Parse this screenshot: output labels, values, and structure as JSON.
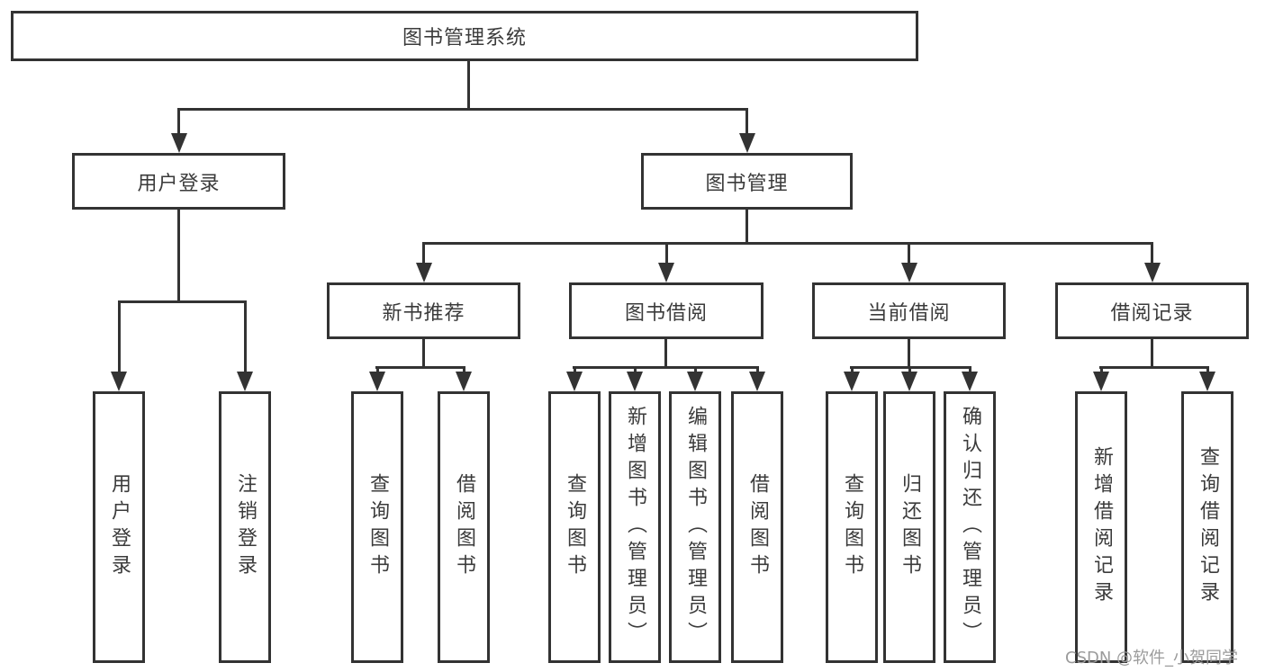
{
  "diagram": {
    "title": "图书管理系统",
    "colors": {
      "line": "#333333",
      "text": "#3b3b3b",
      "watermark": "#9b9b9b",
      "background": "#ffffff"
    },
    "nodes": {
      "root": "图书管理系统",
      "user_login": "用户登录",
      "book_mgmt": "图书管理",
      "new_book": "新书推荐",
      "book_borrow": "图书借阅",
      "current_borrow": "当前借阅",
      "borrow_record": "借阅记录"
    },
    "leaves": {
      "user_login": [
        "用户登录",
        "注销登录"
      ],
      "new_book": [
        "查询图书",
        "借阅图书"
      ],
      "book_borrow": [
        "查询图书",
        "新增图书（管理员）",
        "编辑图书（管理员）",
        "借阅图书"
      ],
      "current_borrow": [
        "查询图书",
        "归还图书",
        "确认归还（管理员）"
      ],
      "borrow_record": [
        "新增借阅记录",
        "查询借阅记录"
      ]
    },
    "watermark": "CSDN @软件_小贺同学"
  }
}
